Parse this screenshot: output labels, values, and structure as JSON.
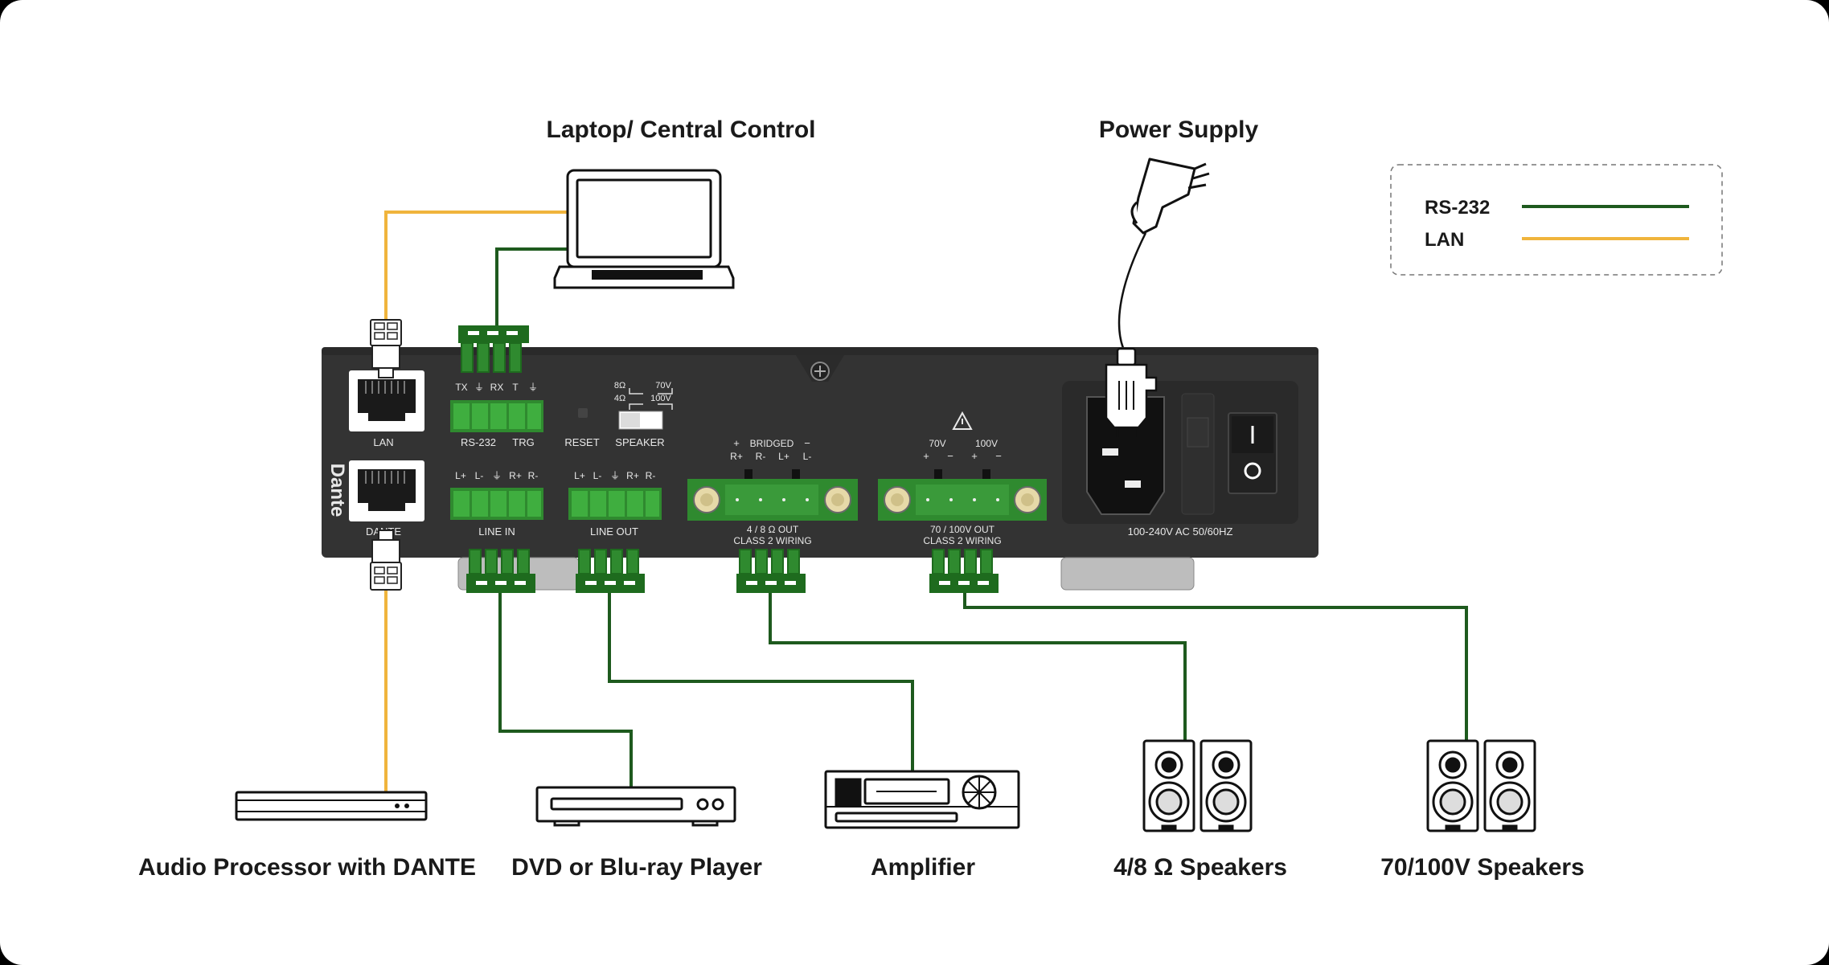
{
  "labels": {
    "laptop": "Laptop/ Central Control",
    "power": "Power Supply",
    "audio_processor": "Audio Processor with DANTE",
    "dvd": "DVD or Blu-ray Player",
    "amplifier": "Amplifier",
    "speakers_48": "4/8 Ω  Speakers",
    "speakers_70": "70/100V Speakers"
  },
  "legend": {
    "rs232": "RS-232",
    "lan": "LAN"
  },
  "colors": {
    "rs232": "#1e5a1e",
    "lan": "#f0b43c",
    "panel": "#333333",
    "terminal": "#2f8a2f",
    "plug": "#1e6b1e"
  },
  "panel": {
    "lan": "LAN",
    "dante": "DANTE",
    "dante_logo": "Dante",
    "rs232": "RS-232",
    "trg": "TRG",
    "rs232_pins": [
      "TX",
      "⏚",
      "RX",
      "T",
      "⏚"
    ],
    "reset": "RESET",
    "speaker": "SPEAKER",
    "sw_8": "8Ω",
    "sw_4": "4Ω",
    "sw_70": "70V",
    "sw_100": "100V",
    "line_in": "LINE IN",
    "line_out": "LINE OUT",
    "line_pins": [
      "L+",
      "L-",
      "⏚",
      "R+",
      "R-"
    ],
    "bridged_plus": "+",
    "bridged": "BRIDGED",
    "bridged_minus": "−",
    "out48_pins": [
      "R+",
      "R-",
      "L+",
      "L-"
    ],
    "out48_1": "4 / 8 Ω OUT",
    "out48_2": "CLASS 2 WIRING",
    "v70": "70V",
    "v100": "100V",
    "out70_pins": [
      "+",
      "−",
      "+",
      "−"
    ],
    "out70_1": "70 / 100V OUT",
    "out70_2": "CLASS 2 WIRING",
    "ac": "100-240V AC 50/60HZ"
  }
}
